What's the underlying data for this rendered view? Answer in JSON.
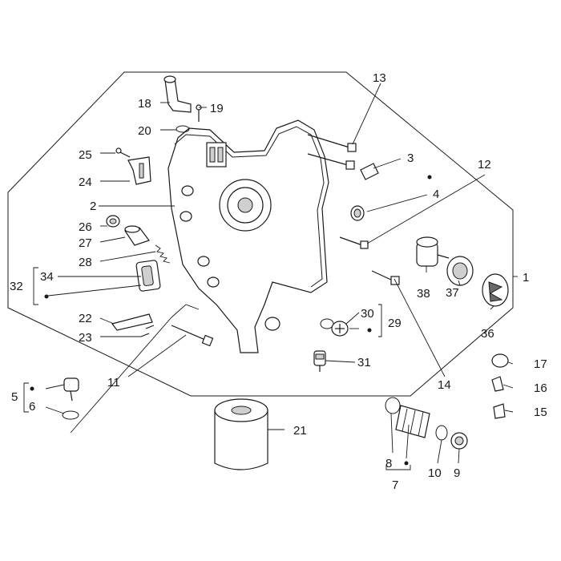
{
  "callouts": {
    "c1": "1",
    "c2": "2",
    "c3": "3",
    "c4": "4",
    "c5": "5",
    "c6": "6",
    "c7": "7",
    "c8": "8",
    "c9": "9",
    "c10": "10",
    "c11": "11",
    "c12": "12",
    "c13": "13",
    "c14": "14",
    "c15": "15",
    "c16": "16",
    "c17": "17",
    "c18": "18",
    "c19": "19",
    "c20": "20",
    "c21": "21",
    "c22": "22",
    "c23": "23",
    "c24": "24",
    "c25": "25",
    "c26": "26",
    "c27": "27",
    "c28": "28",
    "c29": "29",
    "c30": "30",
    "c31": "31",
    "c32": "32",
    "c34": "34",
    "c36": "36",
    "c37": "37",
    "c38": "38"
  }
}
